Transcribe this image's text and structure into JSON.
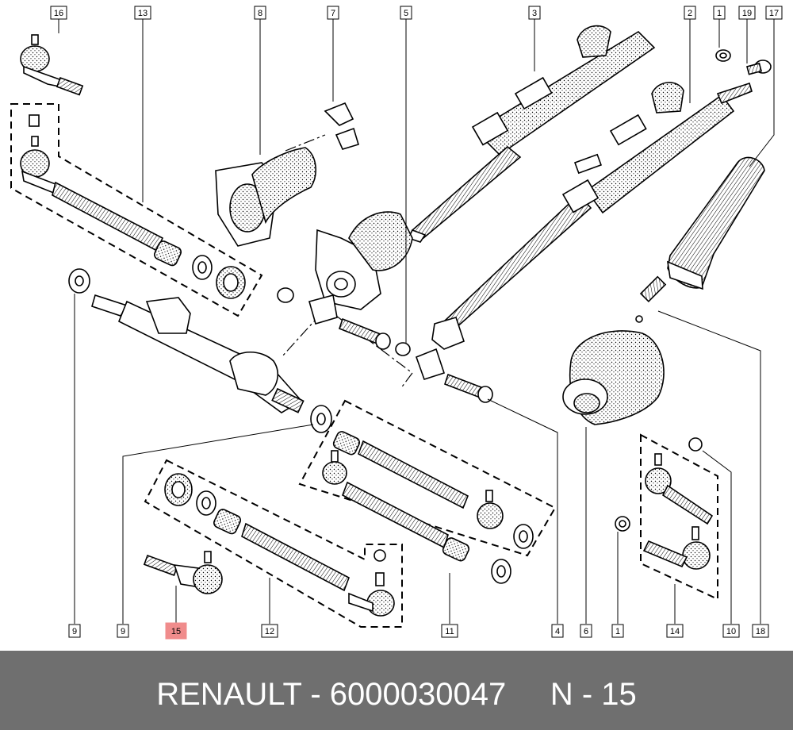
{
  "callouts": [
    {
      "id": "16",
      "text": "16"
    },
    {
      "id": "13",
      "text": "13"
    },
    {
      "id": "8",
      "text": "8"
    },
    {
      "id": "7",
      "text": "7"
    },
    {
      "id": "5",
      "text": "5"
    },
    {
      "id": "3",
      "text": "3"
    },
    {
      "id": "2",
      "text": "2"
    },
    {
      "id": "1a",
      "text": "1"
    },
    {
      "id": "19",
      "text": "19"
    },
    {
      "id": "17",
      "text": "17"
    },
    {
      "id": "9a",
      "text": "9"
    },
    {
      "id": "9b",
      "text": "9"
    },
    {
      "id": "15",
      "text": "15",
      "highlight": true
    },
    {
      "id": "12",
      "text": "12"
    },
    {
      "id": "11",
      "text": "11"
    },
    {
      "id": "4",
      "text": "4"
    },
    {
      "id": "6",
      "text": "6"
    },
    {
      "id": "1b",
      "text": "1"
    },
    {
      "id": "14",
      "text": "14"
    },
    {
      "id": "10",
      "text": "10"
    },
    {
      "id": "18",
      "text": "18"
    }
  ],
  "highlight_color": "#f08c8c",
  "footer": {
    "text": "RENAULT - 6000030047     N - 15",
    "background": "#6f6f6f",
    "color": "#ffffff"
  }
}
